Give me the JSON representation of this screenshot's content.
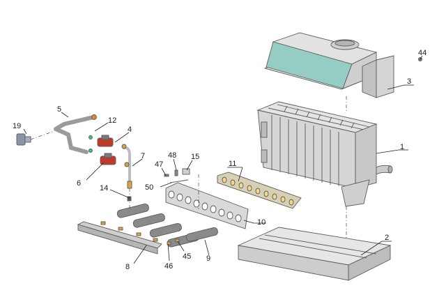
{
  "labels": {
    "p1": "1",
    "p2": "2",
    "p3": "3",
    "p4": "4",
    "p5": "5",
    "p6": "6",
    "p7": "7",
    "p8": "8",
    "p9": "9",
    "p10": "10",
    "p11": "11",
    "p12": "12",
    "p14": "14",
    "p15": "15",
    "p19": "19",
    "p44": "44",
    "p45": "45",
    "p46": "46",
    "p47": "47",
    "p48": "48",
    "p50": "50"
  },
  "colors": {
    "metal": "#dcdcdc",
    "metal_dark": "#b9b9b9",
    "metal_light": "#ececec",
    "glass": "#8fc9c0",
    "panel": "#d8d0b4",
    "burner": "#8a8a8a",
    "brass": "#d9a441",
    "valve": "#c0392b",
    "gas_valve": "#7f8c9a"
  }
}
